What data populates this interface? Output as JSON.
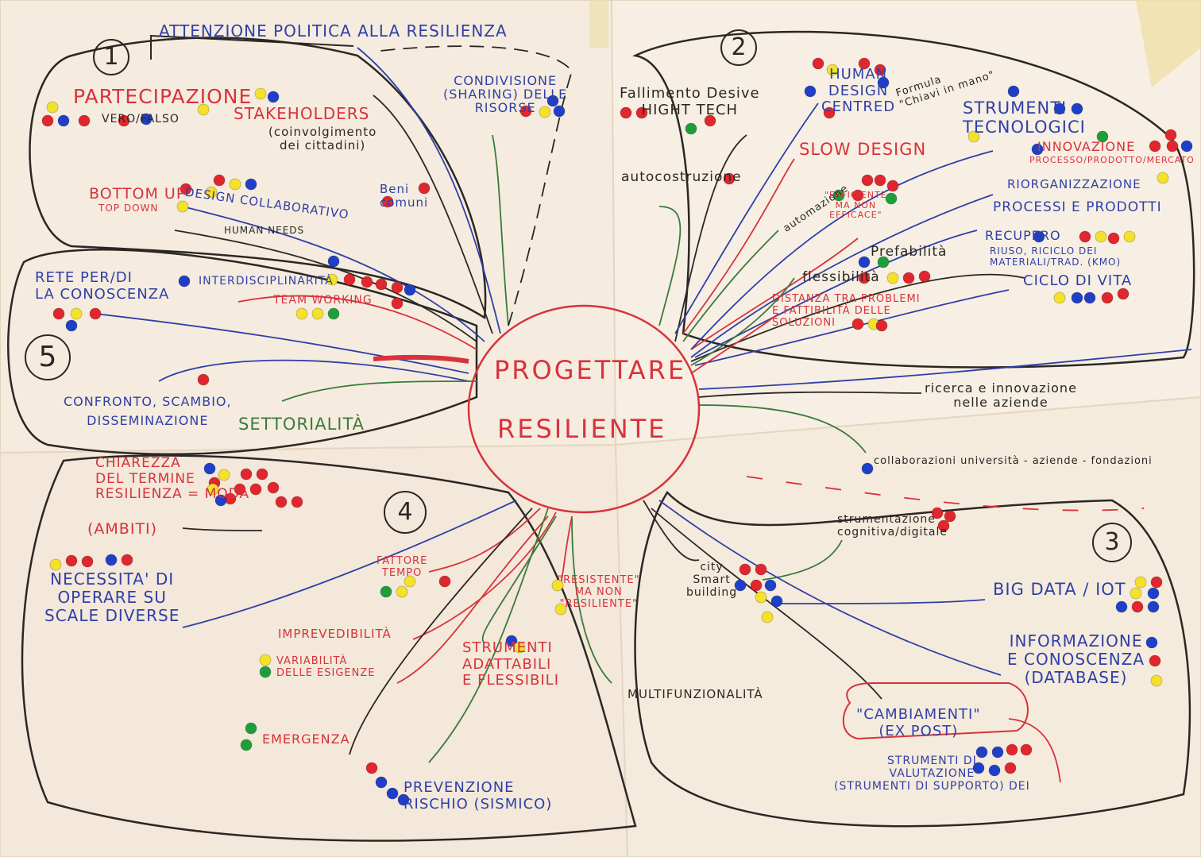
{
  "colors": {
    "red": "#e0262e",
    "blue": "#1f3fc8",
    "yellow": "#f4e12a",
    "green": "#1e9e3a"
  },
  "lobes": [
    "1",
    "2",
    "3",
    "4",
    "5"
  ],
  "center": {
    "line1": "PROGETTARE",
    "line2": "RESILIENTE"
  },
  "top": {
    "political": "ATTENZIONE POLITICA ALLA RESILIENZA",
    "sharing": "CONDIVISIONE\n(SHARING) DELLE\nRISORSE",
    "beni": "Beni\ncomuni"
  },
  "lobe1": {
    "partecipazione": "PARTECIPAZIONE",
    "vero_falso": "VERO/FALSO",
    "stakeholders": "STAKEHOLDERS",
    "coinvolgimento": "(coinvolgimento\ndei cittadini)",
    "bottom_up": "BOTTOM UP",
    "top_down": "TOP DOWN",
    "design_collab": "DESIGN COLLABORATIVO",
    "human_needs": "HUMAN NEEDS"
  },
  "lobe2": {
    "fallimento": "Fallimento Desive\nHIGHT TECH",
    "autocostruzione": "autocostruzione",
    "human_design": "HUMAN\nDESIGN\nCENTRED",
    "formula": "Formula\n\"Chiavi in mano\"",
    "slow_design": "SLOW DESIGN",
    "automazione": "automazione",
    "efficiente": "\"EFFICIENTE\nMA NON\nEFFICACE\"",
    "prefabilita": "Prefabilità",
    "flessibilita": "flessibilità",
    "distanza": "DISTANZA TRA PROBLEMI\nE FATTIBILITÀ DELLE\nSOLUZIONI",
    "strumenti_tec": "STRUMENTI\nTECNOLOGICI",
    "innovazione": "INNOVAZIONE",
    "processo": "PROCESSO/PRODOTTO/MERCATO",
    "riorganizzazione": "RIORGANIZZAZIONE",
    "processi": "PROCESSI E PRODOTTI",
    "recupero": "RECUPERO",
    "riuso": "RIUSO, RICICLO DEI\nMATERIALI/TRAD. (KMO)",
    "ciclo": "CICLO DI VITA",
    "ricerca": "ricerca e innovazione\nnelle aziende",
    "collaborazioni": "collaborazioni università - aziende - fondazioni"
  },
  "lobe3": {
    "strumentazione": "strumentazione\ncognitiva/digitale",
    "smart": "city\nSmart\nbuilding",
    "big_data": "BIG DATA / IOT",
    "informazione": "INFORMAZIONE\nE CONOSCENZA\n(DATABASE)",
    "cambiamenti": "\"CAMBIAMENTI\"\n(EX POST)",
    "valutazione": "STRUMENTI DI\nVALUTAZIONE\n(STRUMENTI DI SUPPORTO) DEI"
  },
  "lobe4": {
    "chiarezza": "CHIAREZZA\nDEL TERMINE\nRESILIENZA = MODA",
    "ambiti": "(AMBITI)",
    "necessita": "NECESSITA' DI\nOPERARE SU\nSCALE DIVERSE",
    "fattore": "FATTORE\nTEMPO",
    "resistente": "\"RESISTENTE\"\nMA NON\n\"RESILIENTE\"",
    "imprevedibilita": "IMPREVEDIBILITÀ",
    "variabilita": "VARIABILITÀ\nDELLE ESIGENZE",
    "strumenti_adatt": "STRUMENTI\nADATTABILI\nE FLESSIBILI",
    "multifunz": "MULTIFUNZIONALITÀ",
    "emergenza": "EMERGENZA",
    "prevenzione": "PREVENZIONE\nRISCHIO (SISMICO)"
  },
  "lobe5": {
    "rete": "RETE PER/DI\nLA CONOSCENZA",
    "interdisc": "INTERDISCIPLINARITÀ",
    "team": "TEAM WORKING",
    "confronto": "CONFRONTO, SCAMBIO,\nDISSEMINAZIONE",
    "settorialita": "SETTORIALITÀ"
  }
}
